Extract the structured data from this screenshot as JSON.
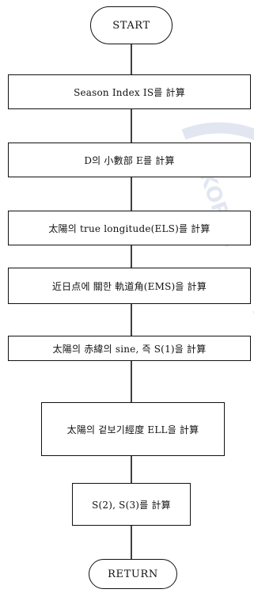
{
  "flowchart": {
    "start": "START",
    "steps": [
      "Season Index IS를 計算",
      "D의  小數部  E를  計算",
      "太陽의  true longitude(ELS)를 計算",
      "近日点에 關한 軌道角(EMS)을 計算",
      "太陽의  赤緯의  sine,  즉  S(1)을 計算",
      "太陽의  겉보기經度  ELL을 計算",
      "S(2),  S(3)를  計算"
    ],
    "end": "RETURN"
  },
  "watermark": {
    "text": "KOREA",
    "color": "#aab8d8"
  }
}
